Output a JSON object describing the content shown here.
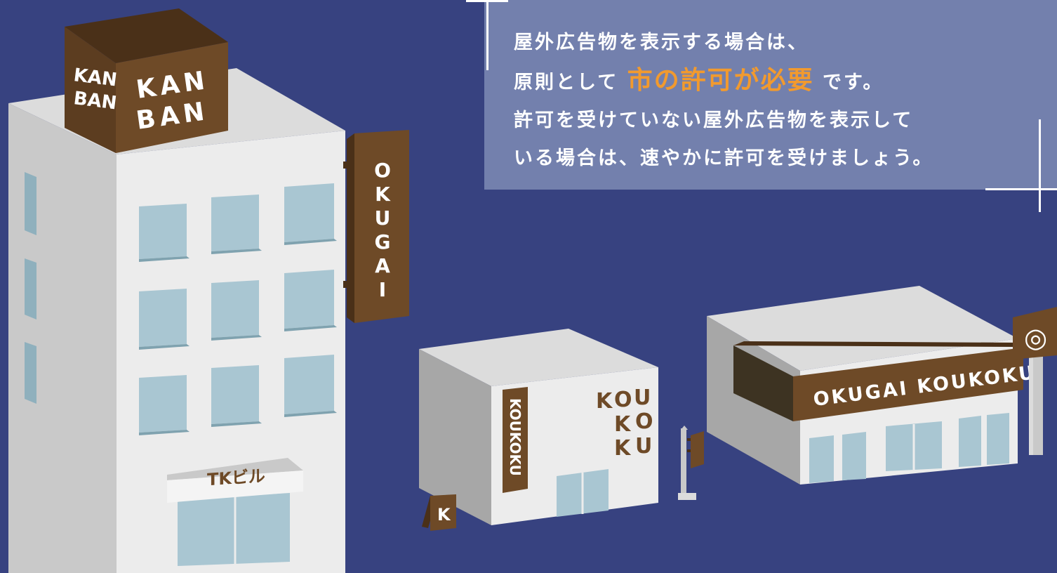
{
  "notice": {
    "line1": "屋外広告物を表示する場合は、",
    "line2_pre": "原則として",
    "line2_highlight": "市の許可が必要",
    "line2_post": "です。",
    "line3": "許可を受けていない屋外広告物を表示して",
    "line4": "いる場合は、速やかに許可を受けましょう。",
    "colors": {
      "panel": "#7380ad",
      "highlight": "#f29a2e",
      "text": "#ffffff"
    }
  },
  "signs": {
    "rooftop_side_1": "KAN",
    "rooftop_side_2": "BAN",
    "rooftop_front_1": "KAN",
    "rooftop_front_2": "BAN",
    "vertical_letters": [
      "O",
      "K",
      "U",
      "G",
      "A",
      "I"
    ],
    "awning": "TKビル",
    "shop_vertical": "KOUKOKU",
    "wall_col1": [
      "K",
      "K",
      "K"
    ],
    "wall_col2": [
      "O",
      "O",
      "U"
    ],
    "wall_col3": [
      "U",
      "",
      ""
    ],
    "a_board": "K",
    "store_fascia": "OKUGAI KOUKOKU",
    "pole_logo": "◎"
  },
  "colors": {
    "background": "#374280",
    "sign_brown": "#6e4a27",
    "sign_dark": "#4a3018",
    "wall_front": "#e9e9e9",
    "wall_side": "#c8c8c8",
    "roof": "#dcdcdc",
    "window": "#a9c6d2"
  }
}
